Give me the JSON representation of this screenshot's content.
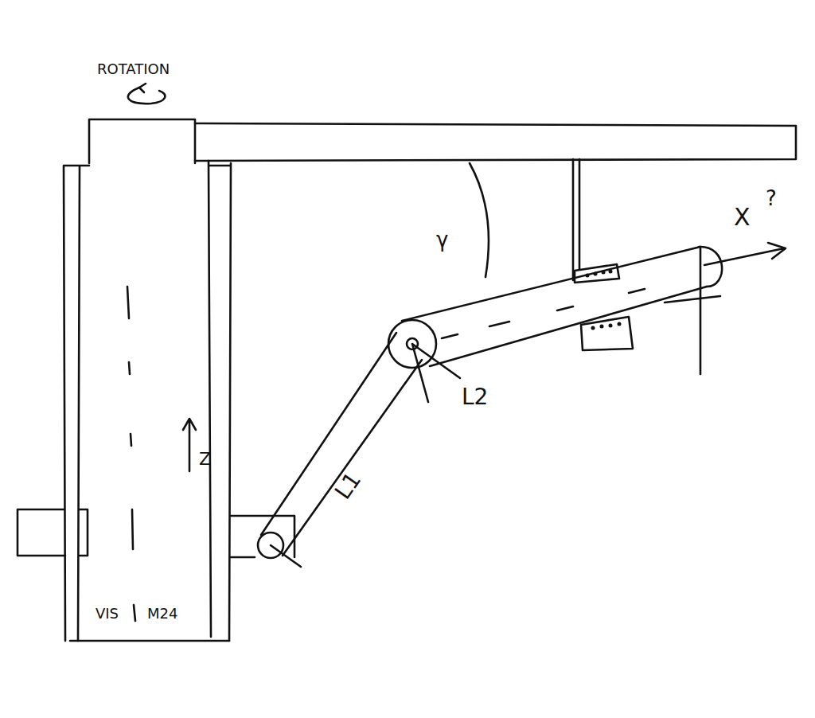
{
  "diagram": {
    "labels": [
      "ROTATION",
      "γ",
      "X",
      "?",
      "Z",
      "L2",
      "L1",
      "VIS",
      "M24"
    ]
  }
}
